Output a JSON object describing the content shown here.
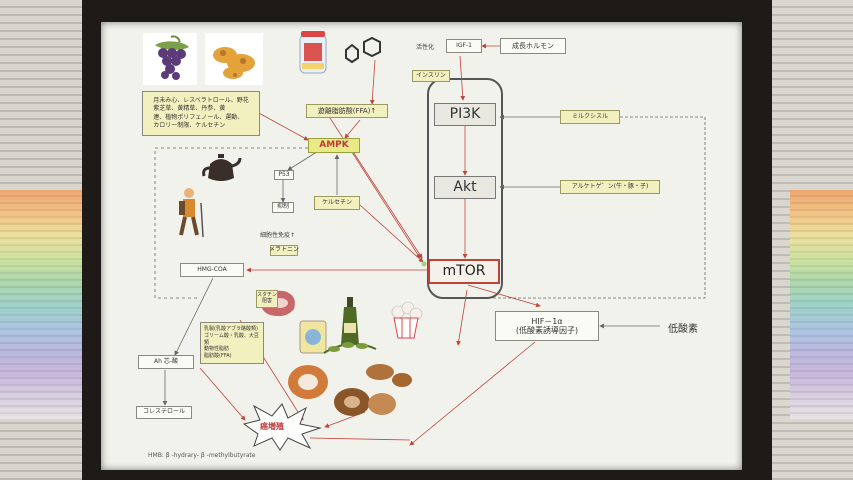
{
  "nodes": {
    "igf1": "IGF-1",
    "gh": "成長ホルモン",
    "insulin": "インスリン",
    "ffa": "遊離脂肪酸(FFA)↑",
    "pi3k": "PI3K",
    "akt": "Akt",
    "mtor": "mTOR",
    "ampk": "AMPK",
    "milk": "ミルクシスル",
    "arginine": "アルケトゲ゛ン(牛・豚・子)",
    "p53": "P53",
    "quercetin": "ケルセチン",
    "hmg_coa": "HMG-COA",
    "hif": "HIF－1α\n(低酸素誘導因子)",
    "ahr": "Ah 芯-酸",
    "cholesterol": "コレステロール",
    "foods_list": "月未み心、レスベラトロール、野花\n紫芝草、黄精草、丹参、黄\n連、植物ポリフェノール、運動、\nカロリー制限、ケルセチン",
    "meat_foods": "乳製(乳酸アブラ酪酸類)\nゴリーム酸・乳酸、大豆類\n動物性脂肪\n脂肪酸(FFA)",
    "cancer": "癌増殖"
  },
  "labels": {
    "kinsei": "活性化",
    "statin": "スタチン\n阻害",
    "teisanso": "低酸素",
    "autophagy": "細胞性免疫↑",
    "melatonin": "メラトニン",
    "cell_label": "抑制",
    "footnote": "HMB: β -hydrary- β -methylbutyrate"
  },
  "icons": [
    "grapes-icon",
    "herbs-icon",
    "jar-icon",
    "fat-molecule-icon",
    "teapot-icon",
    "hiker-icon",
    "meat-icon",
    "cheese-icon",
    "soybean-icon",
    "olive-oil-icon",
    "popcorn-icon",
    "nuts-icon",
    "bread-icon",
    "cancer-burst-icon"
  ]
}
